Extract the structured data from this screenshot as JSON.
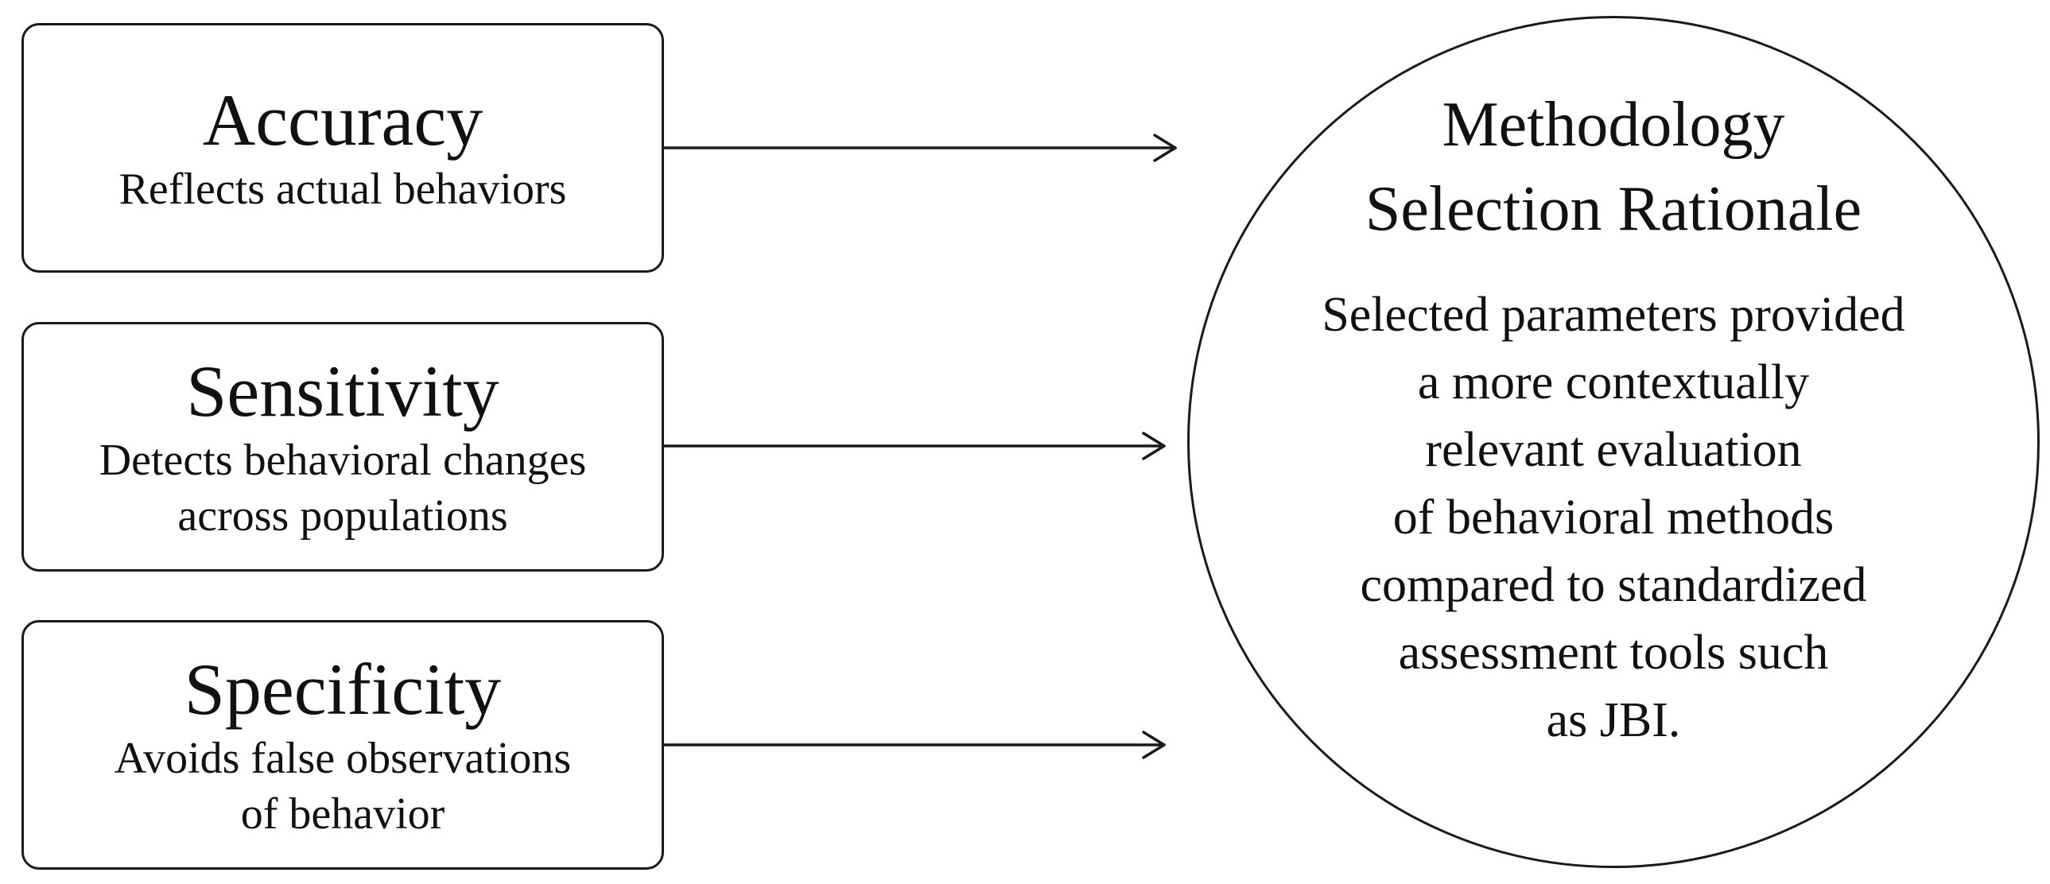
{
  "criteria": [
    {
      "title": "Accuracy",
      "description": [
        "Reflects actual behaviors"
      ]
    },
    {
      "title": "Sensitivity",
      "description": [
        "Detects behavioral changes",
        "across populations"
      ]
    },
    {
      "title": "Specificity",
      "description": [
        "Avoids false observations",
        "of behavior"
      ]
    }
  ],
  "rationale": {
    "title": [
      "Methodology",
      "Selection Rationale"
    ],
    "body": [
      "Selected parameters provided",
      "a more contextually",
      "relevant evaluation",
      "of behavioral methods",
      "compared to standardized",
      "assessment tools such",
      "as JBI."
    ]
  },
  "colors": {
    "stroke": "#1a1a1a",
    "text": "#111111",
    "background": "#ffffff"
  }
}
